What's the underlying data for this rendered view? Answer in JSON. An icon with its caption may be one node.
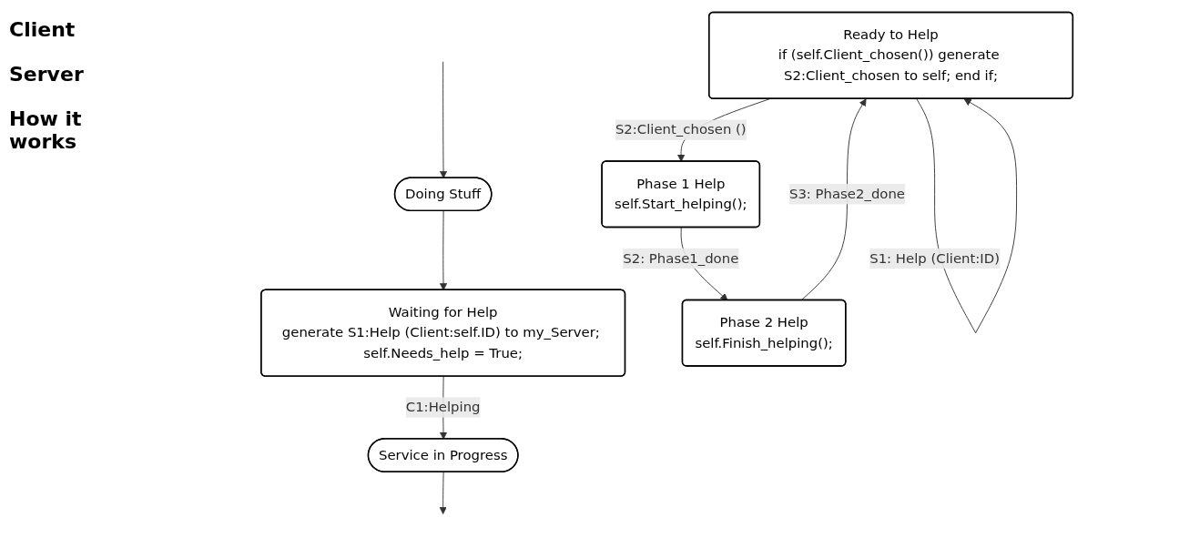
{
  "diagram": {
    "nodes": [
      {
        "text": [
          "Doing Stuff"
        ]
      },
      {
        "text": [
          "Waiting for Help",
          "generate S1:Help (Client:self.ID) to my_Server; self.Needs_help = True;"
        ]
      },
      {
        "text": [
          "Service in Progress"
        ]
      },
      {
        "text": [
          "Ready to Help",
          "if (self.Client_chosen()) generate S2:Client_chosen to self; end if;"
        ]
      },
      {
        "text": [
          "Phase 1 Help",
          "self.Start_helping();"
        ]
      },
      {
        "text": [
          "Phase 2 Help",
          "self.Finish_helping();"
        ]
      }
    ],
    "edges": [
      {
        "from": null,
        "to": 0,
        "arrow": "to"
      },
      {
        "from": 0,
        "to": 1,
        "arrow": "to"
      },
      {
        "from": 1,
        "to": 2,
        "arrow": "to",
        "label": "C1:Helping"
      },
      {
        "from": 2,
        "to": null,
        "arrow": "to"
      },
      {
        "from": 3,
        "to": 4,
        "arrow": "to",
        "label": "S2:Client_chosen ()"
      },
      {
        "from": 4,
        "to": 5,
        "arrow": "to",
        "label": "S2: Phase1_done"
      },
      {
        "from": 5,
        "to": 3,
        "arrow": "to",
        "label": "S3: Phase2_done"
      },
      {
        "from": 3,
        "to": 3,
        "arrow": "to",
        "label": "S1: Help (Client:ID)"
      }
    ],
    "labels": [
      "Client",
      "Server",
      "How it works"
    ]
  }
}
